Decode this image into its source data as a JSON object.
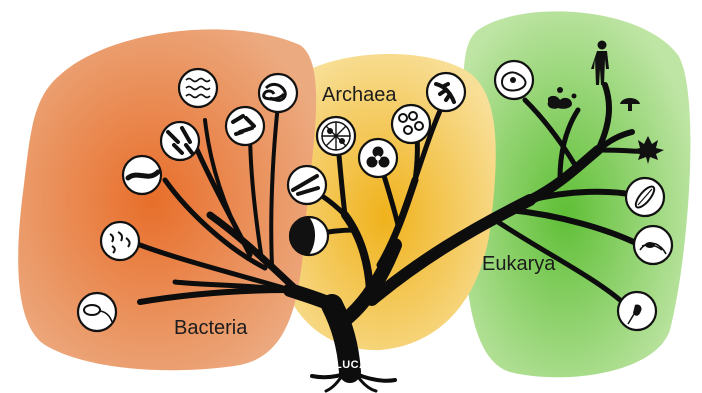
{
  "domains": {
    "bacteria": {
      "label": "Bacteria",
      "color": "#e8874e"
    },
    "archaea": {
      "label": "Archaea",
      "color": "#f2c84a"
    },
    "eukarya": {
      "label": "Eukarya",
      "color": "#8fd06a"
    }
  },
  "root": {
    "label": "LUCA"
  },
  "icons": {
    "bacteria": [
      "rod-cell-icon",
      "vibrio-cell-icon",
      "curved-rod-icon",
      "chained-rods-icon",
      "rod-cluster-icon",
      "spirillum-icon",
      "bacterial-colony-icon"
    ],
    "archaea": [
      "filament-icon",
      "crescent-cell-icon",
      "radial-cells-icon",
      "triad-cells-icon",
      "coccus-cluster-icon",
      "leaf-archaeon-icon"
    ],
    "eukarya": [
      "amoeba-icon",
      "slime-mold-icon",
      "human-icon",
      "mushroom-icon",
      "maple-leaf-icon",
      "diatom-icon",
      "ciliate-icon",
      "flagellate-icon"
    ]
  }
}
